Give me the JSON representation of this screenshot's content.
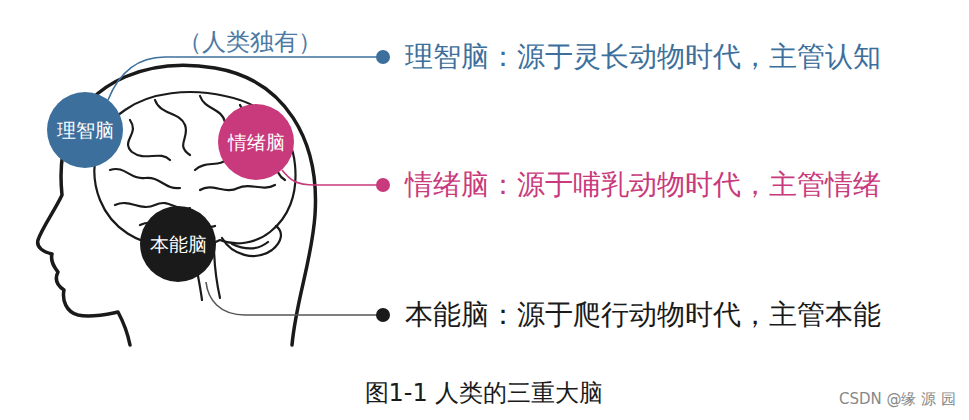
{
  "diagram": {
    "caption": "图1-1 人类的三重大脑",
    "nodes": [
      {
        "text": [
          "理智脑"
        ]
      },
      {
        "text": [
          "情绪脑"
        ]
      },
      {
        "text": [
          "本能脑"
        ]
      }
    ],
    "labels": [
      "（人类独有）",
      "理智脑：源于灵长动物时代，主管认知",
      "情绪脑：源于哺乳动物时代，主管情绪",
      "本能脑：源于爬行动物时代，主管本能",
      "CSDN @缘 源 园"
    ]
  }
}
